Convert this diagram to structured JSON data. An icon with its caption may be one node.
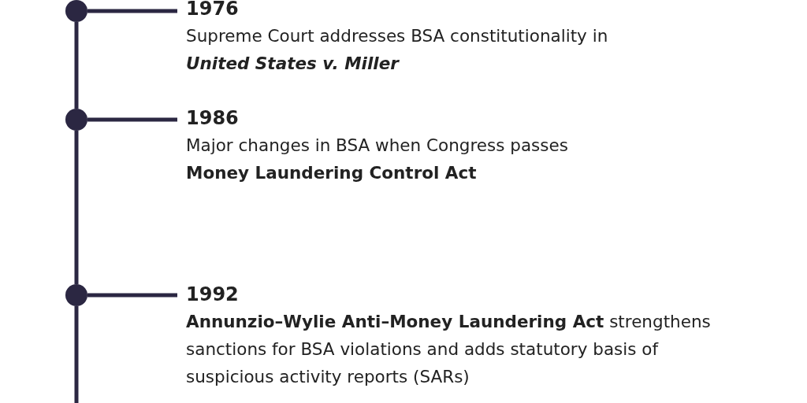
{
  "diagram": {
    "nodes": [
      {
        "text": [],
        "shape": "circle"
      },
      {
        "text": [
          "1976",
          "Supreme Court addresses BSA constitutionality in *United States v. Miller*"
        ]
      },
      {
        "text": [],
        "shape": "circle"
      },
      {
        "text": [
          "1986",
          "Major changes in BSA when Congress passes **Money Laundering Control Act**"
        ]
      },
      {
        "text": [],
        "shape": "circle"
      },
      {
        "text": [
          "1992",
          "**Annunzio–Wylie Anti–Money Laundering Act** strengthens sanctions for BSA violations and adds statutory basis of suspicious activity reports (SARs)"
        ]
      }
    ],
    "edges": [
      {
        "from": 0,
        "to": 1,
        "arrow": "none"
      },
      {
        "from": 0,
        "to": 2,
        "arrow": "none"
      },
      {
        "from": 2,
        "to": 3,
        "arrow": "none"
      },
      {
        "from": 2,
        "to": 4,
        "arrow": "none"
      },
      {
        "from": 4,
        "to": 5,
        "arrow": "none"
      },
      {
        "from": 4,
        "to": null,
        "arrow": "none"
      }
    ]
  }
}
